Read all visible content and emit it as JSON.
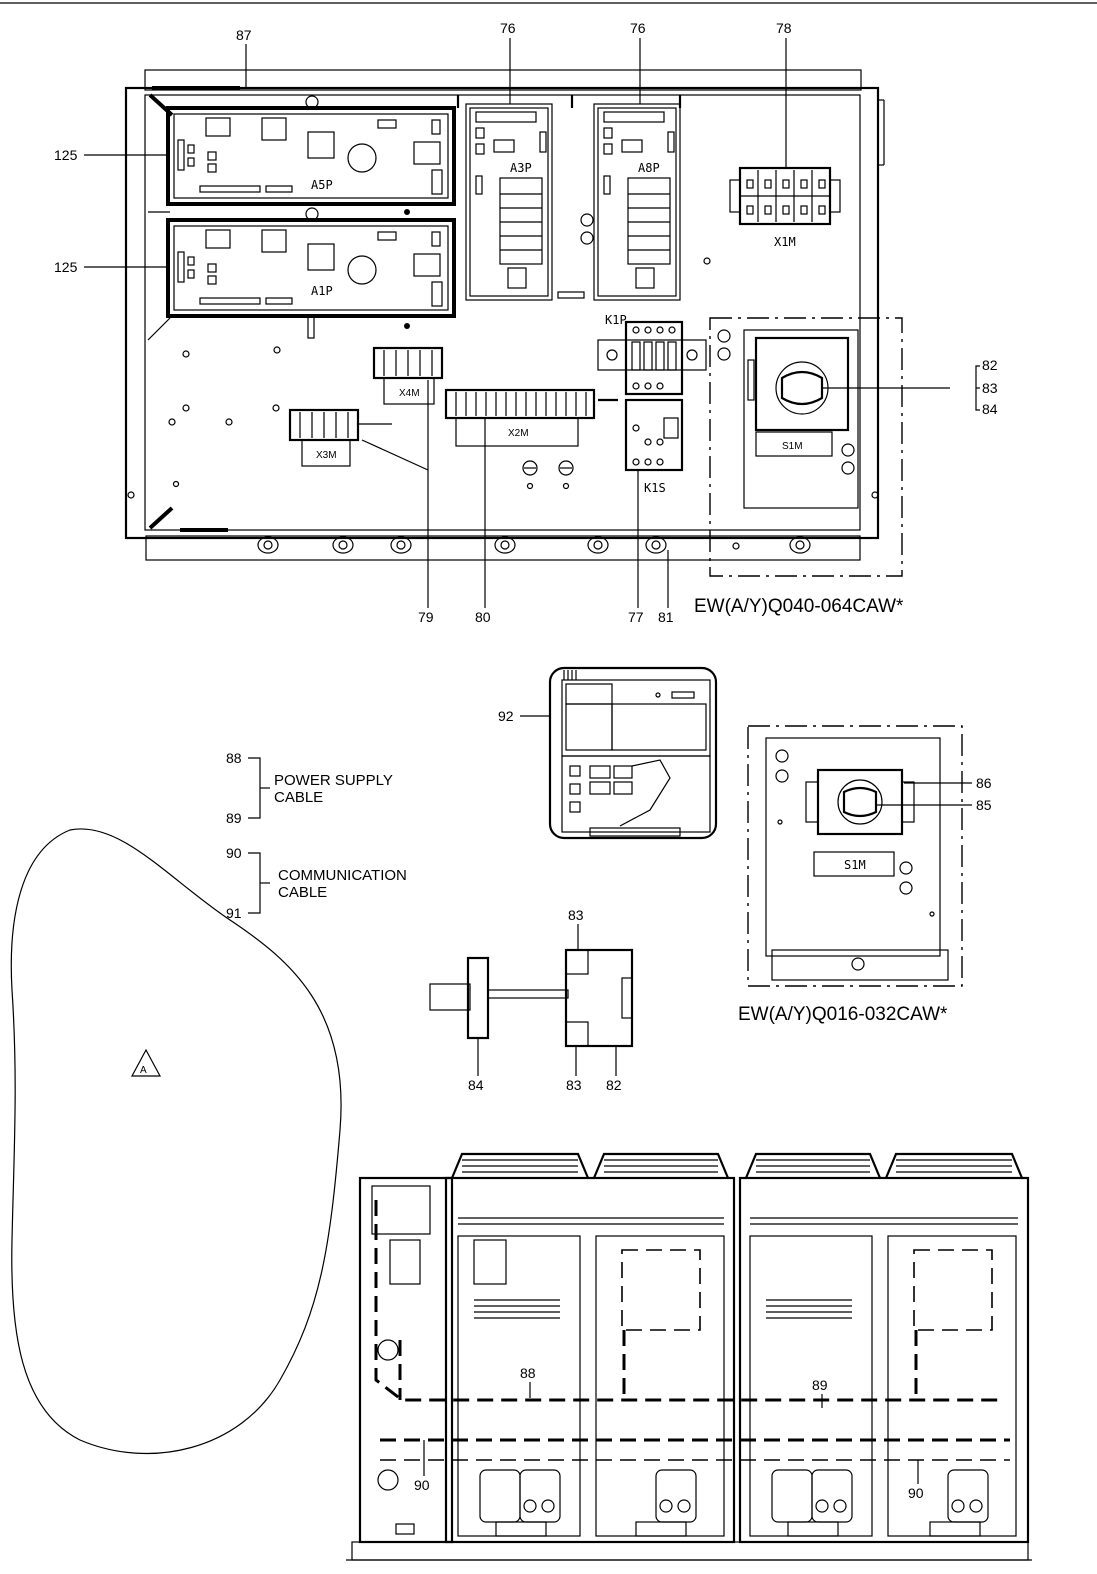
{
  "callouts": {
    "c87": "87",
    "c76a": "76",
    "c76b": "76",
    "c78": "78",
    "c125a": "125",
    "c125b": "125",
    "c82": "82",
    "c83": "83",
    "c84": "84",
    "c79": "79",
    "c80": "80",
    "c77": "77",
    "c81": "81",
    "c92": "92",
    "c86": "86",
    "c85": "85",
    "c83b": "83",
    "c84b": "84",
    "c83c": "83",
    "c82b": "82",
    "c88": "88",
    "c89": "89",
    "c90a": "90",
    "c90b": "90",
    "leg88": "88",
    "leg89": "89",
    "leg90": "90",
    "leg91": "91"
  },
  "components": {
    "a5p": "A5P",
    "a1p": "A1P",
    "a3p": "A3P",
    "a8p": "A8P",
    "x1m": "X1M",
    "x2m": "X2M",
    "x3m": "X3M",
    "x4m": "X4M",
    "k1p": "K1P",
    "k1s": "K1S",
    "s1m": "S1M",
    "s1m_small": "S1M"
  },
  "models": {
    "large": "EW(A/Y)Q040-064CAW*",
    "small": "EW(A/Y)Q016-032CAW*"
  },
  "legend": {
    "power_line1": "POWER SUPPLY",
    "power_line2": "CABLE",
    "comm_line1": "COMMUNICATION",
    "comm_line2": "CABLE"
  },
  "marker": {
    "a": "A"
  }
}
